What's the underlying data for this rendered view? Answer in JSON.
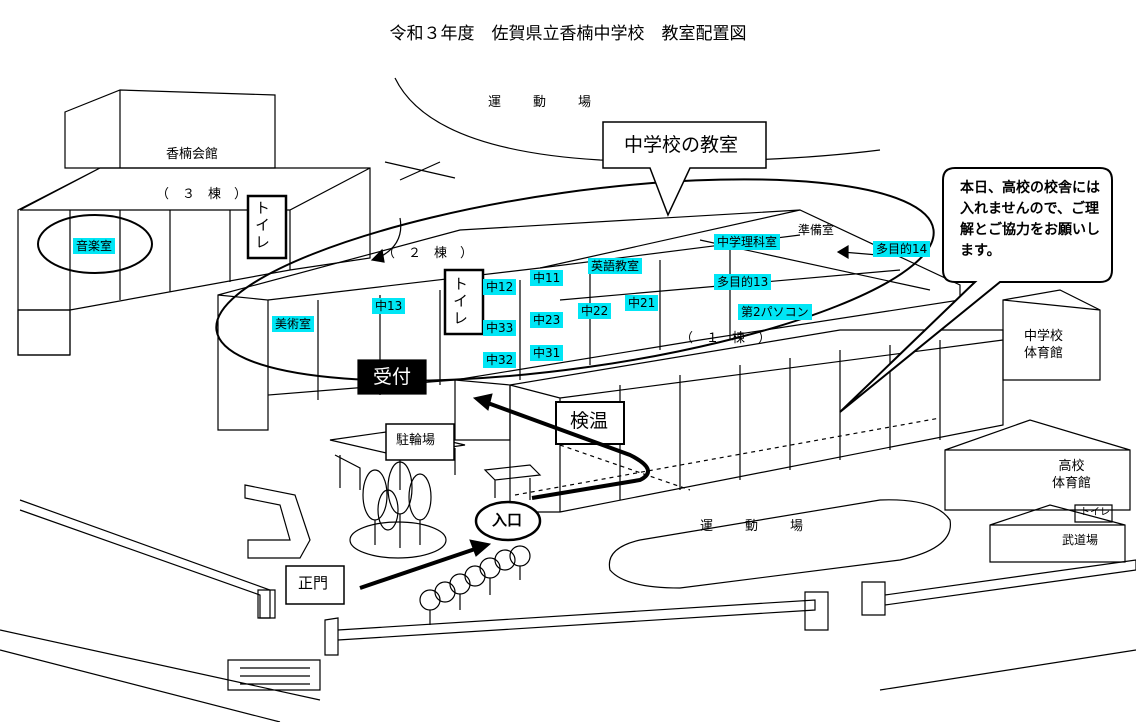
{
  "title": "令和３年度　佐賀県立香楠中学校　教室配置図",
  "labels": {
    "ground_top": "運　　動　　場",
    "ground_bottom": "運　　動　　場",
    "kounan_hall": "香楠会館",
    "building3": "（　３　棟　）",
    "building2": "（　２　棟　）",
    "building1": "（　１　棟　）",
    "toilet_a": "トイレ",
    "toilet_b": "トイレ",
    "junior_gym": "中学校\n体育館",
    "high_gym": "高校\n体育館",
    "budojo": "武道場",
    "toilet_small": "トイレ",
    "bicycle": "駐輪場",
    "junbishitsu": "準備室"
  },
  "rooms": {
    "music": "音楽室",
    "art": "美術室",
    "c13": "中13",
    "c12": "中12",
    "c11": "中11",
    "c33": "中33",
    "c23": "中23",
    "c22": "中22",
    "c21": "中21",
    "c32": "中32",
    "c31": "中31",
    "english": "英語教室",
    "science": "中学理科室",
    "multi13": "多目的13",
    "multi14": "多目的14",
    "pc2": "第2パソコン"
  },
  "callouts": {
    "junior_classrooms": "中学校の教室",
    "reception": "受付",
    "temperature": "検温",
    "entrance": "入口",
    "main_gate": "正門",
    "notice": "本日、高校の校舎には入れませんので、ご理解とご協力をお願いします。"
  }
}
